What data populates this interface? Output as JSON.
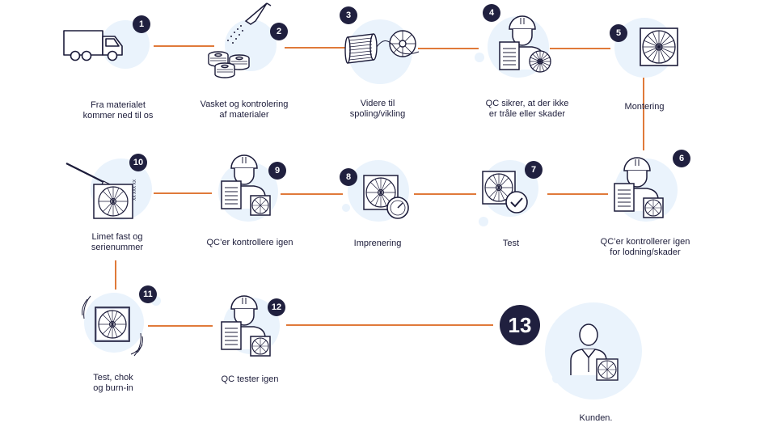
{
  "colors": {
    "connector": "#e07a3a",
    "badge": "#20203f",
    "circle": "#eaf3fc",
    "ink": "#1c1c3a"
  },
  "steps": [
    {
      "number": "1",
      "label": "Fra materialet\nkommer ned til os",
      "icon": "truck-icon"
    },
    {
      "number": "2",
      "label": "Vasket og kontrolering\naf materialer",
      "icon": "shower-spools-icon"
    },
    {
      "number": "3",
      "label": "Videre til\nspoling/vikling",
      "icon": "spool-coil-icon"
    },
    {
      "number": "4",
      "label": "QC sikrer, at der ikke\ner tråle eller skader",
      "icon": "inspector-coil-icon"
    },
    {
      "number": "5",
      "label": "Montering",
      "icon": "coil-square-icon"
    },
    {
      "number": "6",
      "label": "QC’er kontrollerer igen\nfor lodning/skader",
      "icon": "inspector-coil-icon"
    },
    {
      "number": "7",
      "label": "Test",
      "icon": "coil-check-icon"
    },
    {
      "number": "8",
      "label": "Imprenering",
      "icon": "coil-gauge-icon"
    },
    {
      "number": "9",
      "label": "QC’er kontrollere igen",
      "icon": "inspector-coil-icon"
    },
    {
      "number": "10",
      "label": "Limet fast og\nserienummer",
      "icon": "coil-brush-serial-icon"
    },
    {
      "number": "11",
      "label": "Test, chok\nog burn-in",
      "icon": "vibrating-coil-icon"
    },
    {
      "number": "12",
      "label": "QC tester igen",
      "icon": "inspector-coil-icon"
    },
    {
      "number": "13",
      "label": "Kunden.",
      "icon": "customer-coil-icon"
    }
  ],
  "serial_text": "XX XXX XX"
}
